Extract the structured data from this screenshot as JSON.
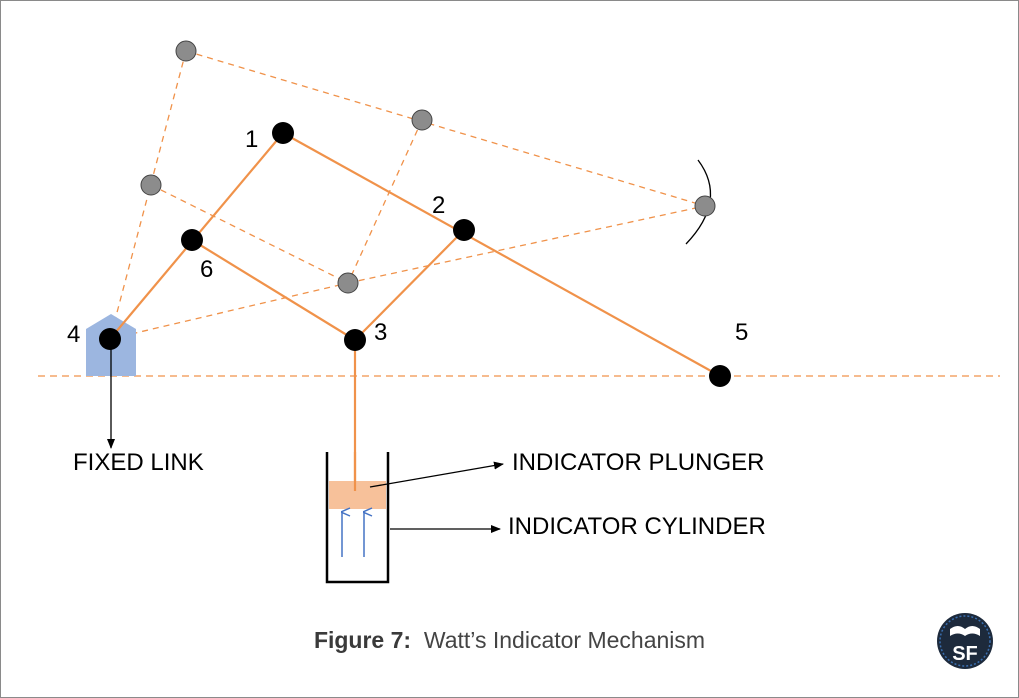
{
  "labels": {
    "p1": "1",
    "p2": "2",
    "p3": "3",
    "p4": "4",
    "p5": "5",
    "p6": "6",
    "fixed_link": "FIXED LINK",
    "indicator_plunger": "INDICATOR PLUNGER",
    "indicator_cylinder": "INDICATOR CYLINDER"
  },
  "caption": {
    "figure_label": "Figure 7:",
    "title": "Watt’s Indicator Mechanism"
  },
  "logo": {
    "text": "SF"
  },
  "colors": {
    "link": "#f0924a",
    "dashed": "#f0924a",
    "joint": "#000000",
    "ghost_joint": "#8c8c8c",
    "fixed_support": "#9cb6e0",
    "plunger": "#f7c19a",
    "arrows": "#4472c4"
  }
}
